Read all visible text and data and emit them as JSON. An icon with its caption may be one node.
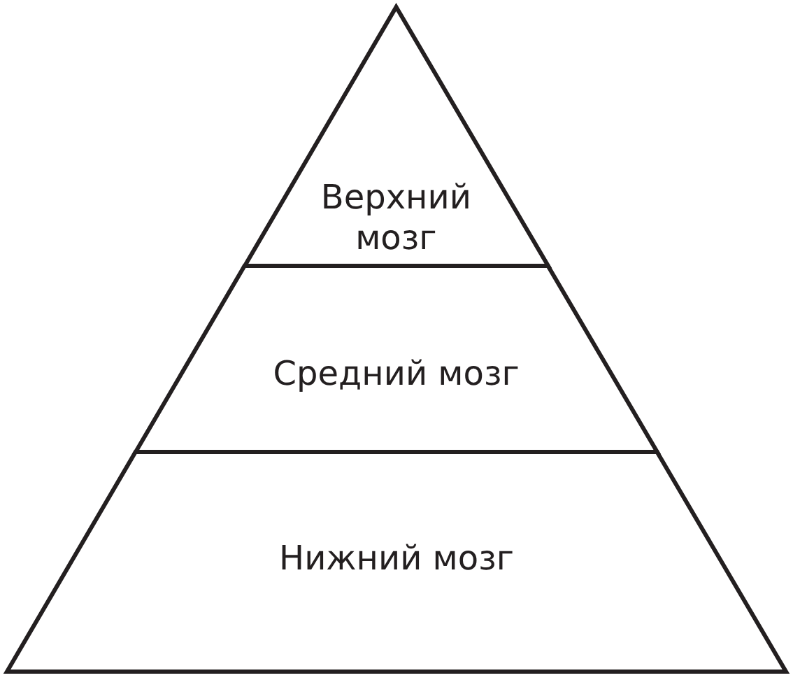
{
  "diagram": {
    "nodes": [
      {
        "text": [
          "Верхний мозг"
        ]
      },
      {
        "text": [
          "Средний мозг"
        ]
      },
      {
        "text": [
          "Нижний мозг"
        ]
      }
    ]
  }
}
